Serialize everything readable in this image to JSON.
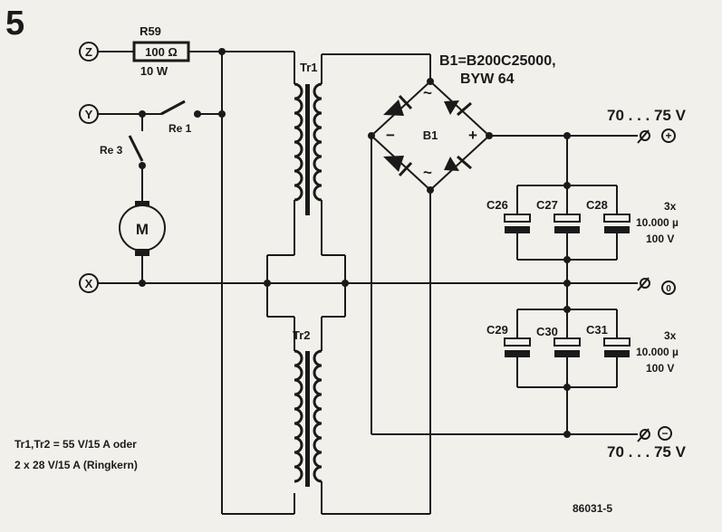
{
  "figure_number": "5",
  "terminals": {
    "z": "Z",
    "y": "Y",
    "x": "X"
  },
  "resistor": {
    "ref": "R59",
    "value": "100 Ω",
    "power": "10 W"
  },
  "relays": {
    "re1": "Re 1",
    "re3": "Re 3"
  },
  "motor": "M",
  "transformers": {
    "tr1": "Tr1",
    "tr2": "Tr2",
    "note_line1": "Tr1,Tr2 = 55 V/15 A oder",
    "note_line2": "2 x 28 V/15 A (Ringkern)"
  },
  "bridge": {
    "ref": "B1",
    "spec_line1": "B1=B200C25000,",
    "spec_line2": "BYW 64",
    "minus": "−",
    "plus": "+",
    "ac1": "~",
    "ac2": "~"
  },
  "capacitors": {
    "top": [
      "C26",
      "C27",
      "C28"
    ],
    "bottom": [
      "C29",
      "C30",
      "C31"
    ],
    "spec_top": {
      "qty": "3x",
      "value": "10.000 µ",
      "voltage": "100 V"
    },
    "spec_bottom": {
      "qty": "3x",
      "value": "10.000 µ",
      "voltage": "100 V"
    }
  },
  "outputs": {
    "top_voltage": "70 . . . 75 V",
    "bottom_voltage": "70 . . . 75 V",
    "plus": "+",
    "zero": "0",
    "minus": "−"
  },
  "drawing_number": "86031-5"
}
